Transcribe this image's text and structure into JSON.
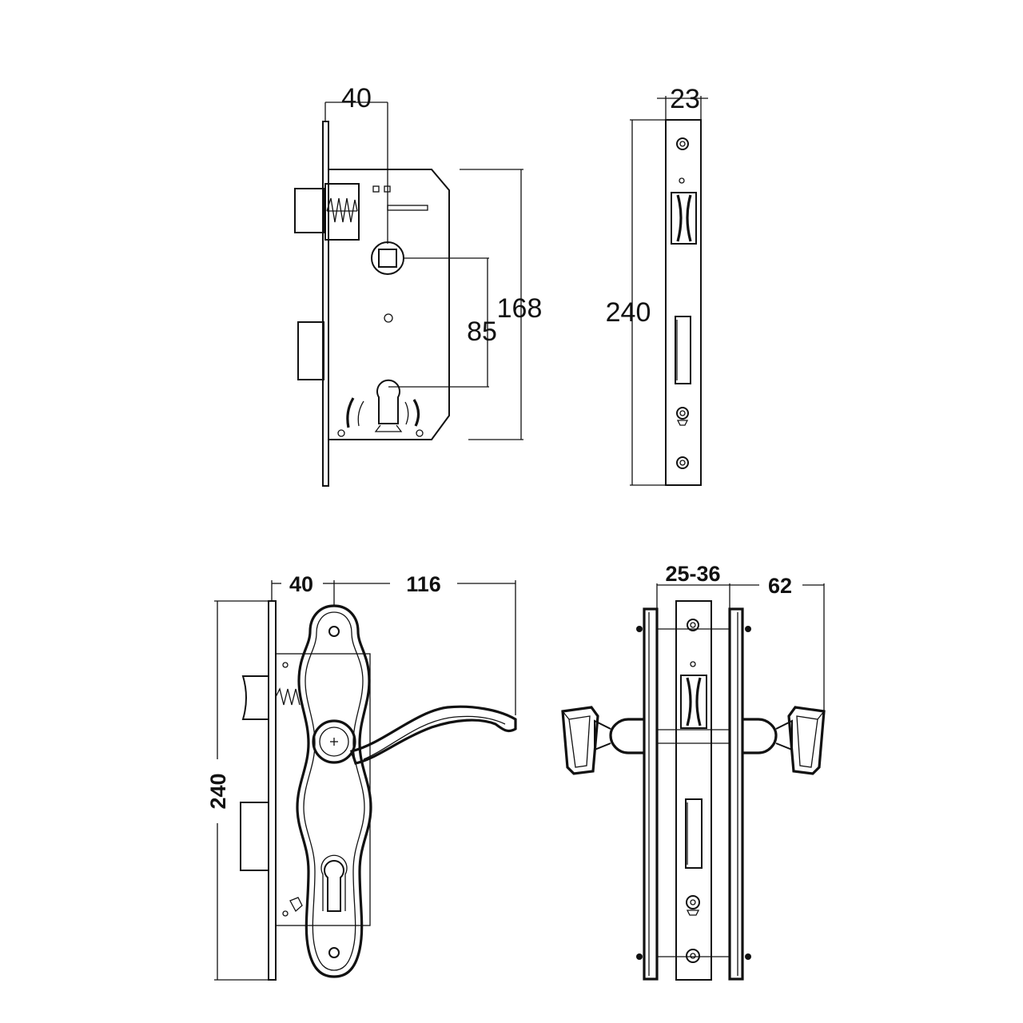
{
  "lock_body": {
    "dim_backset": "40",
    "dim_height": "168",
    "dim_center": "85"
  },
  "faceplate": {
    "dim_thickness": "23",
    "dim_length": "240"
  },
  "handle_side": {
    "dim_backset": "40",
    "dim_projection": "116",
    "dim_height": "240"
  },
  "handle_front": {
    "dim_door": "25-36",
    "dim_projection": "62"
  },
  "colors": {
    "line": "#111111",
    "background": "#ffffff"
  }
}
